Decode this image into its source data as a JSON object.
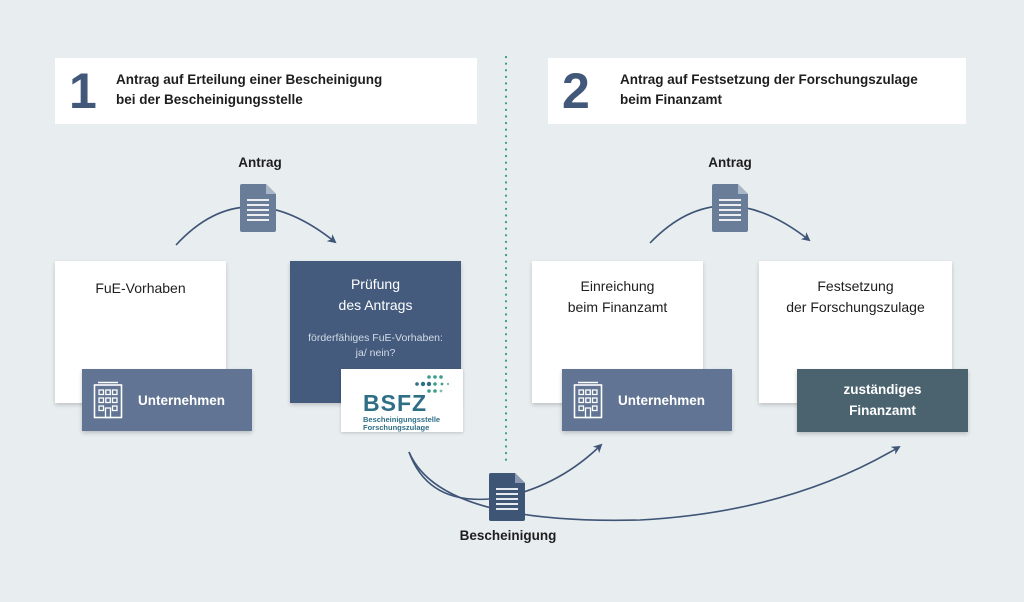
{
  "step1": {
    "number": "1",
    "title": "Antrag auf Erteilung einer Bescheinigung\nbei der Bescheinigungsstelle"
  },
  "step2": {
    "number": "2",
    "title": "Antrag auf Festsetzung der Forschungszulage\nbeim Finanzamt"
  },
  "left": {
    "antrag_label": "Antrag",
    "fue_card": "FuE-Vorhaben",
    "unternehmen_tag": "Unternehmen",
    "pruefung_card": "Prüfung\ndes Antrags",
    "pruefung_sub": "förderfähiges FuE-Vorhaben:\nja/ nein?",
    "bsfz_logo": {
      "word": "BSFZ",
      "line1": "Bescheinigungsstelle",
      "line2": "Forschungszulage"
    }
  },
  "right": {
    "antrag_label": "Antrag",
    "einreichung_card": "Einreichung\nbeim Finanzamt",
    "unternehmen_tag": "Unternehmen",
    "festsetzung_card": "Festsetzung\nder Forschungszulage",
    "finanzamt_tag": "zuständiges\nFinanzamt"
  },
  "bottom": {
    "bescheinigung_label": "Bescheinigung"
  },
  "colors": {
    "background": "#e8edf0",
    "accent_blue": "#445b7d",
    "tag_blue": "#617493",
    "tag_slate": "#4b626f",
    "arrow": "#3f5576",
    "divider_dots": "#3a9e8a",
    "bsfz_teal": "#2e6f86"
  },
  "icons": [
    "document-icon",
    "building-icon",
    "arrow-icon"
  ]
}
